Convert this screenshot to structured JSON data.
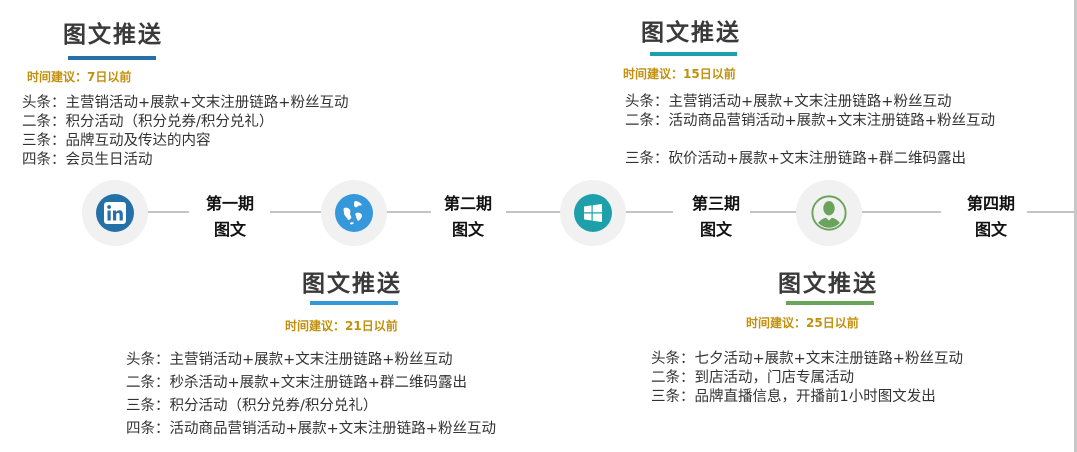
{
  "colors": {
    "heading_text": "#3a3a3a",
    "time_text": "#c0900e",
    "underline_1": "#2471a8",
    "underline_2": "#1ea0ab",
    "underline_3": "#3498db",
    "underline_4": "#6aa35b",
    "icon_linkedin": "#2471a8",
    "icon_globe": "#3498db",
    "icon_windows": "#1ea0ab",
    "icon_user": "#6aa35b",
    "timeline_line": "#c4c4c4",
    "circle_bg": "#f1f1f1"
  },
  "timeline": [
    {
      "icon": "linkedin-icon",
      "stage_line1": "第一期",
      "stage_line2": "图文"
    },
    {
      "icon": "globe-icon",
      "stage_line1": "第二期",
      "stage_line2": "图文"
    },
    {
      "icon": "windows-icon",
      "stage_line1": "第三期",
      "stage_line2": "图文"
    },
    {
      "icon": "user-icon",
      "stage_line1": "第四期",
      "stage_line2": "图文"
    }
  ],
  "cards": [
    {
      "title": "图文推送",
      "time": "时间建议：7日以前",
      "items": [
        "头条：主营销活动+展款+文末注册链路+粉丝互动",
        "二条：积分活动（积分兑券/积分兑礼）",
        "三条：品牌互动及传达的内容",
        "四条：会员生日活动"
      ]
    },
    {
      "title": "图文推送",
      "time": "时间建议：15日以前",
      "items": [
        "头条：主营销活动+展款+文末注册链路+粉丝互动",
        "二条：活动商品营销活动+展款+文末注册链路+粉丝互动",
        "三条：砍价活动+展款+文末注册链路+群二维码露出"
      ]
    },
    {
      "title": "图文推送",
      "time": "时间建议：21日以前",
      "items": [
        "头条：主营销活动+展款+文末注册链路+粉丝互动",
        "二条：秒杀活动+展款+文末注册链路+群二维码露出",
        "三条：积分活动（积分兑券/积分兑礼）",
        "四条：活动商品营销活动+展款+文末注册链路+粉丝互动"
      ]
    },
    {
      "title": "图文推送",
      "time": "时间建议：25日以前",
      "items": [
        "头条：七夕活动+展款+文末注册链路+粉丝互动",
        "二条：到店活动，门店专属活动",
        "三条：品牌直播信息，开播前1小时图文发出"
      ]
    }
  ]
}
